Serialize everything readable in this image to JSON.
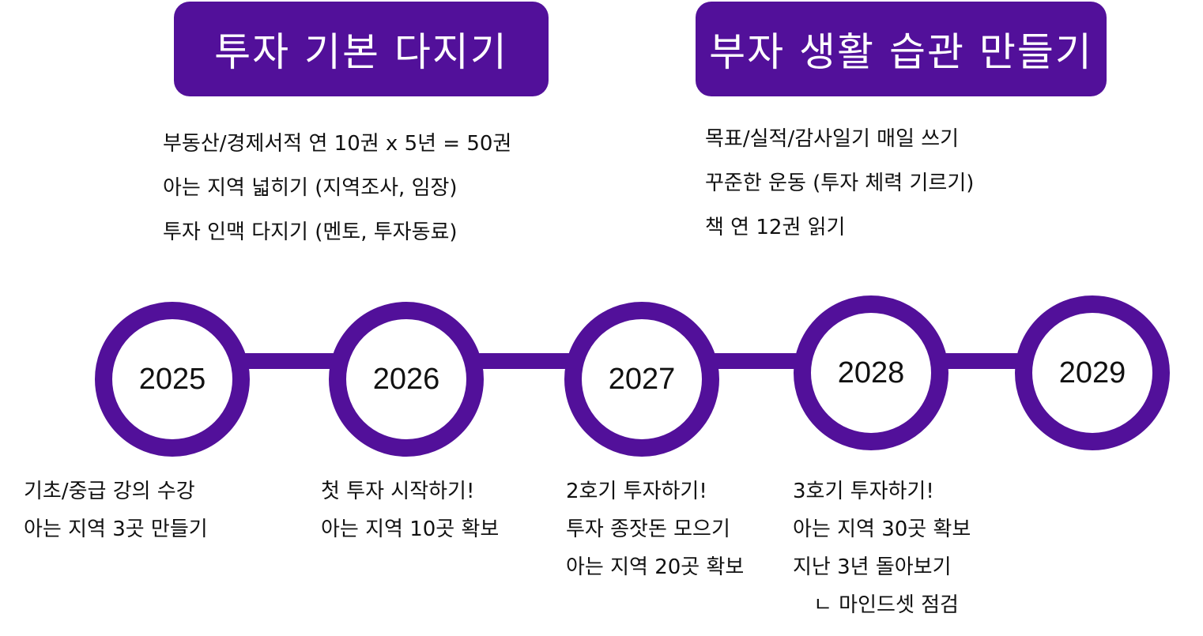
{
  "banners": {
    "left": "투자 기본 다지기",
    "right": "부자 생활 습관 만들기"
  },
  "goals_left": [
    "부동산/경제서적 연 10권 x 5년 = 50권",
    "아는 지역 넓히기 (지역조사, 임장)",
    "투자 인맥 다지기 (멘토, 투자동료)"
  ],
  "goals_right": [
    "목표/실적/감사일기 매일 쓰기",
    "꾸준한 운동 (투자 체력 기르기)",
    "책 연 12권 읽기"
  ],
  "years": [
    "2025",
    "2026",
    "2027",
    "2028",
    "2029"
  ],
  "milestones": {
    "y2025": [
      "기초/중급 강의 수강",
      "아는 지역 3곳 만들기"
    ],
    "y2026": [
      "첫 투자 시작하기!",
      "아는 지역 10곳 확보"
    ],
    "y2027": [
      "2호기 투자하기!",
      "투자 종잣돈 모으기",
      "아는 지역 20곳 확보"
    ],
    "y2028": [
      "3호기 투자하기!",
      "아는 지역 30곳 확보",
      "지난 3년 돌아보기",
      "ㄴ 마인드셋 점검"
    ]
  },
  "colors": {
    "accent": "#52109a",
    "text": "#111111",
    "background": "#ffffff"
  }
}
